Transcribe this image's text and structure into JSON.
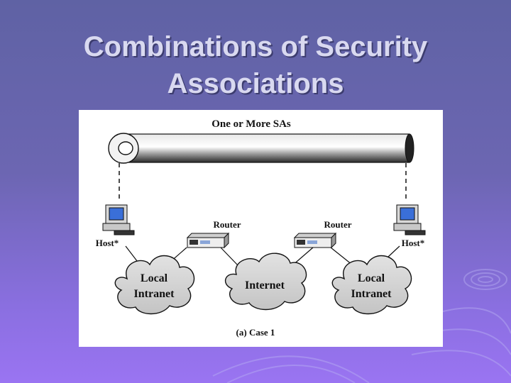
{
  "slide": {
    "title_line1": "Combinations of Security",
    "title_line2": "Associations"
  },
  "diagram": {
    "tunnel_label": "One or More SAs",
    "router_left_label": "Router",
    "router_right_label": "Router",
    "host_left_label": "Host*",
    "host_right_label": "Host*",
    "cloud_left_line1": "Local",
    "cloud_left_line2": "Intranet",
    "cloud_center_label": "Internet",
    "cloud_right_line1": "Local",
    "cloud_right_line2": "Intranet",
    "caption": "(a) Case 1"
  },
  "colors": {
    "background_top": "#5f62a4",
    "background_bottom": "#9a74f2",
    "title_text": "#d9d9f0",
    "figure_background": "#ffffff"
  }
}
